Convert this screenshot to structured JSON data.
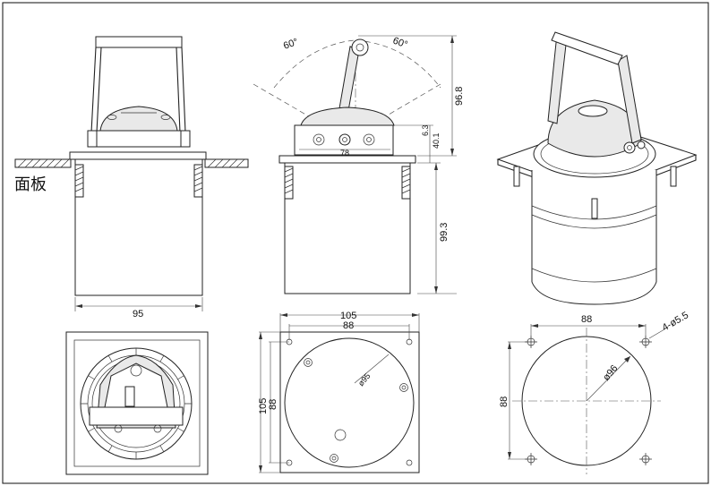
{
  "labels": {
    "panel": "面板",
    "dim_95": "95",
    "dim_60_left": "60°",
    "dim_60_right": "60°",
    "dim_96_8": "96.8",
    "dim_6_3": "6.3",
    "dim_40_1": "40.1",
    "dim_78": "78",
    "dim_99_3": "99.3",
    "dim_105_top": "105",
    "dim_88_top": "88",
    "dim_105_side": "105",
    "dim_88_side": "88",
    "dim_phi95": "ø95",
    "dim_88_right_top": "88",
    "dim_88_right_side": "88",
    "dim_phi96": "ø96",
    "dim_holes": "4-ø5.5"
  },
  "colors": {
    "line": "#222222",
    "fill_metal": "#e9e9e9",
    "background": "#ffffff"
  }
}
